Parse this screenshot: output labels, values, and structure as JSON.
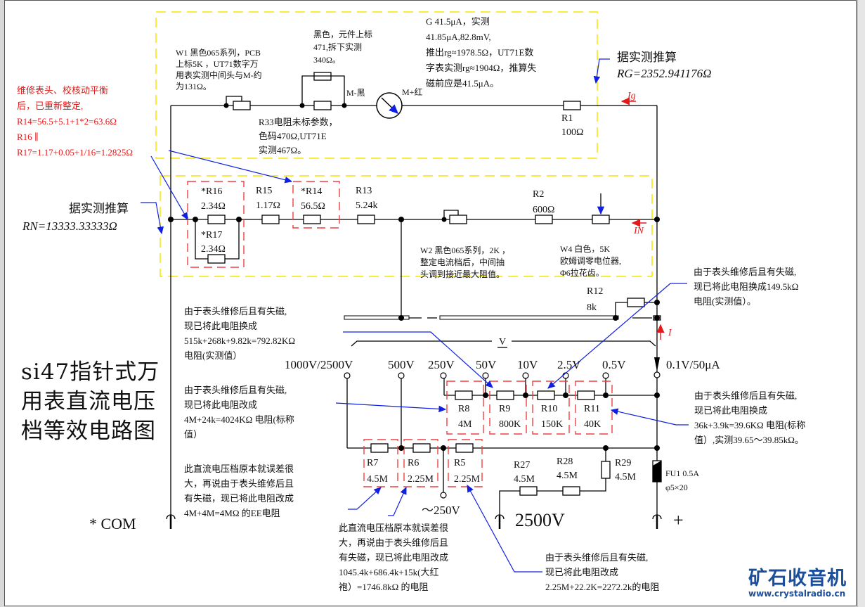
{
  "title": [
    "si47指针式万",
    "用表直流电压",
    "档等效电路图"
  ],
  "logo": {
    "name": "矿石收音机",
    "url": "www.crystalradio.cn"
  },
  "colors": {
    "annotation_red": "#e41a1a",
    "leader_blue": "#1020e0",
    "group_yellow": "#f5e600",
    "component_red": "#f04040",
    "logo_blue": "#1b4f9c"
  },
  "red_note": {
    "lines": [
      "维修表头、校核动平衡",
      "后，已重新整定,",
      "R14=56.5+5.1+1*2=63.6Ω",
      "R16 ∥",
      "R17=1.17+0.05+1/16=1.2825Ω"
    ]
  },
  "w1_note": [
    "W1 黑色065系列，PCB",
    "上标5K ，UT71数字万",
    "用表实测中间头与M-约",
    "为131Ω。"
  ],
  "shunt_note": [
    "黑色，元件上标",
    "471,拆下实测",
    "340Ω。"
  ],
  "r33_note": [
    "R33电阻未标参数，",
    "色码470Ω,UT71E",
    "实测467Ω。"
  ],
  "meter": {
    "minus_label": "M-黑",
    "plus_label": "M+红"
  },
  "g_note": [
    "G 41.5μA，实测",
    "41.85μA,82.8mV,",
    "推出rg≈1978.5Ω，UT71E数",
    "字表实测rg≈1904Ω，推算失",
    "磁前应是41.5μA。"
  ],
  "rg_calc": {
    "caption": "据实测推算",
    "value": "RG=2352.941176Ω",
    "current_label": "Ig"
  },
  "rn_calc": {
    "caption": "据实测推算",
    "value": "RN=13333.33333Ω",
    "current_label": "IN"
  },
  "resistors": {
    "R1": {
      "name": "R1",
      "value": "100Ω"
    },
    "R16": {
      "name": "*R16",
      "value": "2.34Ω"
    },
    "R17": {
      "name": "*R17",
      "value": "2.34Ω"
    },
    "R15": {
      "name": "R15",
      "value": "1.17Ω"
    },
    "R14": {
      "name": "*R14",
      "value": "56.5Ω"
    },
    "R13": {
      "name": "R13",
      "value": "5.24k"
    },
    "R2": {
      "name": "R2",
      "value": "600Ω"
    },
    "R12": {
      "name": "R12",
      "value": "8k"
    },
    "R8": {
      "name": "R8",
      "value": "4M"
    },
    "R9": {
      "name": "R9",
      "value": "800K"
    },
    "R10": {
      "name": "R10",
      "value": "150K"
    },
    "R11": {
      "name": "R11",
      "value": "40K"
    },
    "R7": {
      "name": "R7",
      "value": "4.5M"
    },
    "R6": {
      "name": "R6",
      "value": "2.25M"
    },
    "R5": {
      "name": "R5",
      "value": "2.25M"
    },
    "R27": {
      "name": "R27",
      "value": "4.5M"
    },
    "R28": {
      "name": "R28",
      "value": "4.5M"
    },
    "R29": {
      "name": "R29",
      "value": "4.5M"
    }
  },
  "w2_note": [
    "W2 黑色065系列，2K ，",
    "整定电流档后，中间抽",
    "头调到接近最大阻值。"
  ],
  "w4_note": [
    "W4 白色，5K",
    "欧姆调零电位器,",
    "Φ6拉花齿。"
  ],
  "r10_note": [
    "由于表头维修后且有失磁,",
    "现已将此电阻换成149.5kΩ",
    "电阻(实测值）。"
  ],
  "r9_note": [
    "由于表头维修后且有失磁,",
    "现已将此电阻换成",
    "515k+268k+9.82k=792.82KΩ",
    "电阻(实测值）"
  ],
  "r8_note": [
    "由于表头维修后且有失磁,",
    "现已将此电阻改成",
    "4M+24k=4024KΩ 电阻(标称",
    "值）"
  ],
  "r11_note": [
    "由于表头维修后且有失磁,",
    "现已将此电阻换成",
    "36k+3.9k=39.6KΩ 电阻(标称",
    "值）,实测39.65～39.85kΩ。"
  ],
  "r7_note": [
    "此直流电压档原本就误差很",
    "大，再说由于表头维修后且",
    "有失磁，现已将此电阻改成",
    "4M+4M=4MΩ 的EE电阻"
  ],
  "r6_note": [
    "此直流电压档原本就误差很",
    "大，再说由于表头维修后且",
    "有失磁，现已将此电阻改成",
    "1045.4k+686.4k+15k(大红",
    "袍）=1746.8kΩ 的电阻"
  ],
  "r5_note": [
    "由于表头维修后且有失磁,",
    "现已将此电阻改成",
    "2.25M+22.2K=2272.2k的电阻"
  ],
  "range_bracket": "V",
  "ranges": [
    "1000V/2500V",
    "500V",
    "250V",
    "50V",
    "10V",
    "2.5V",
    "0.5V",
    "0.1V/50μA"
  ],
  "ac_tap": "～250V",
  "terminals": {
    "com": "* COM",
    "hv": "2500V",
    "plus": "+"
  },
  "fuse": {
    "name": "FU1 0.5A",
    "size": "φ5×20"
  },
  "current_I": "I"
}
